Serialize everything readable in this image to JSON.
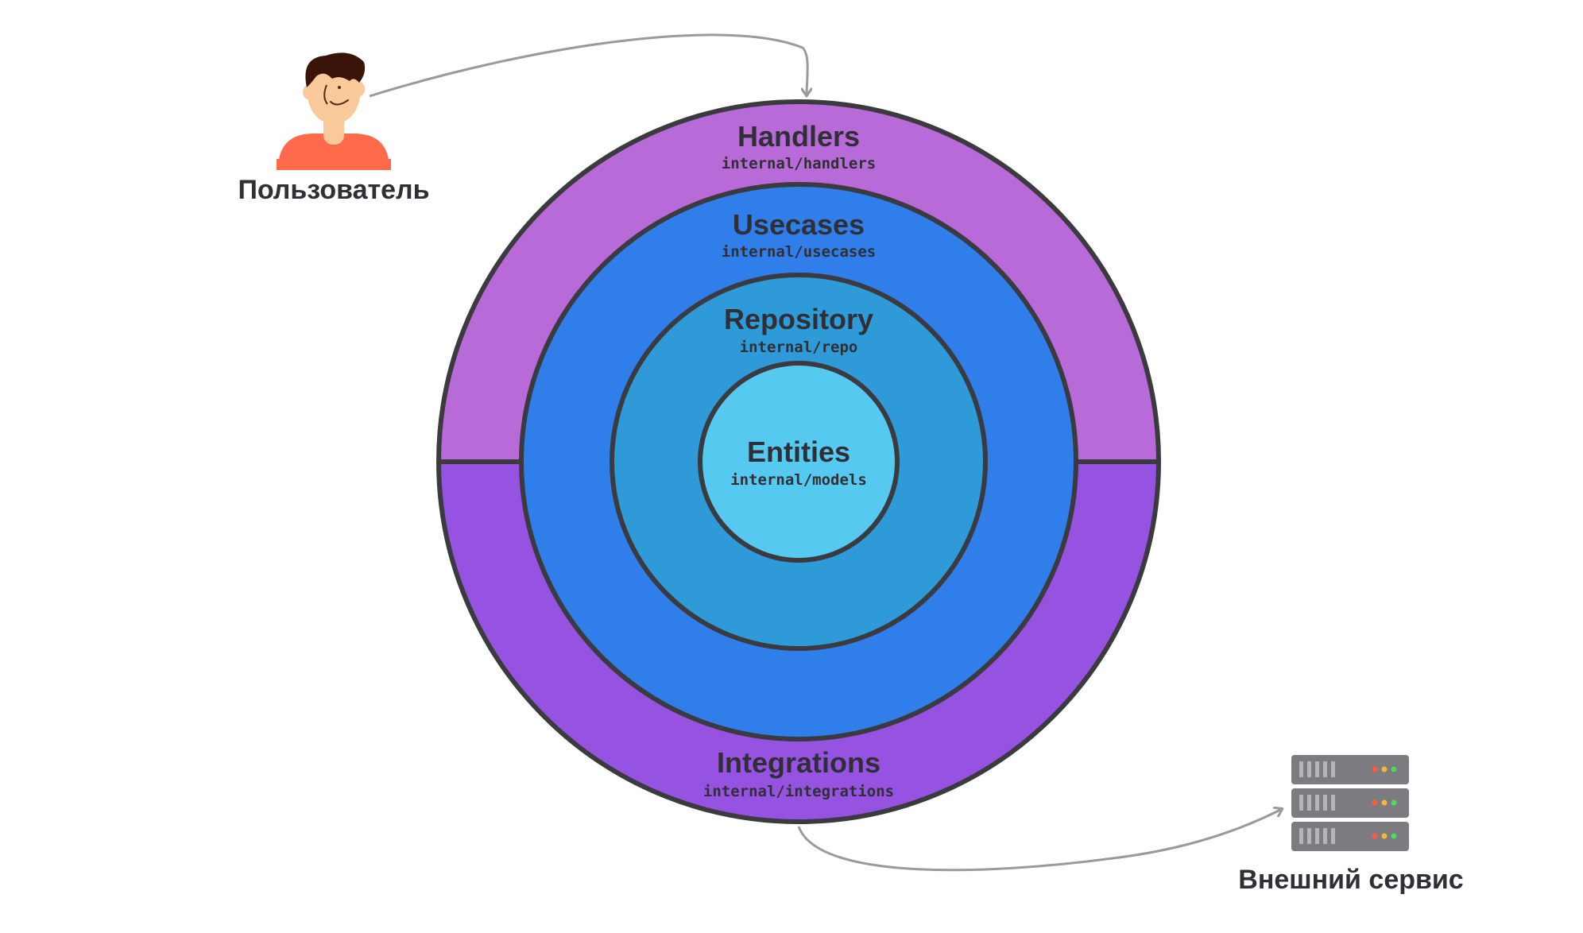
{
  "layers": {
    "handlers": {
      "title": "Handlers",
      "path": "internal/handlers",
      "color": "#b86ad9"
    },
    "integrations": {
      "title": "Integrations",
      "path": "internal/integrations",
      "color": "#9652e0"
    },
    "usecases": {
      "title": "Usecases",
      "path": "internal/usecases",
      "color": "#2f7eea"
    },
    "repository": {
      "title": "Repository",
      "path": "internal/repo",
      "color": "#2e9ad8"
    },
    "entities": {
      "title": "Entities",
      "path": "internal/models",
      "color": "#55c9f0"
    }
  },
  "actors": {
    "user": {
      "label": "Пользователь",
      "icon": "user-avatar-icon"
    },
    "external": {
      "label": "Внешний сервис",
      "icon": "server-rack-icon"
    }
  },
  "colors": {
    "outline": "#3a3a3f",
    "arrow": "#9a9a9a",
    "text": "#2f2f35"
  }
}
